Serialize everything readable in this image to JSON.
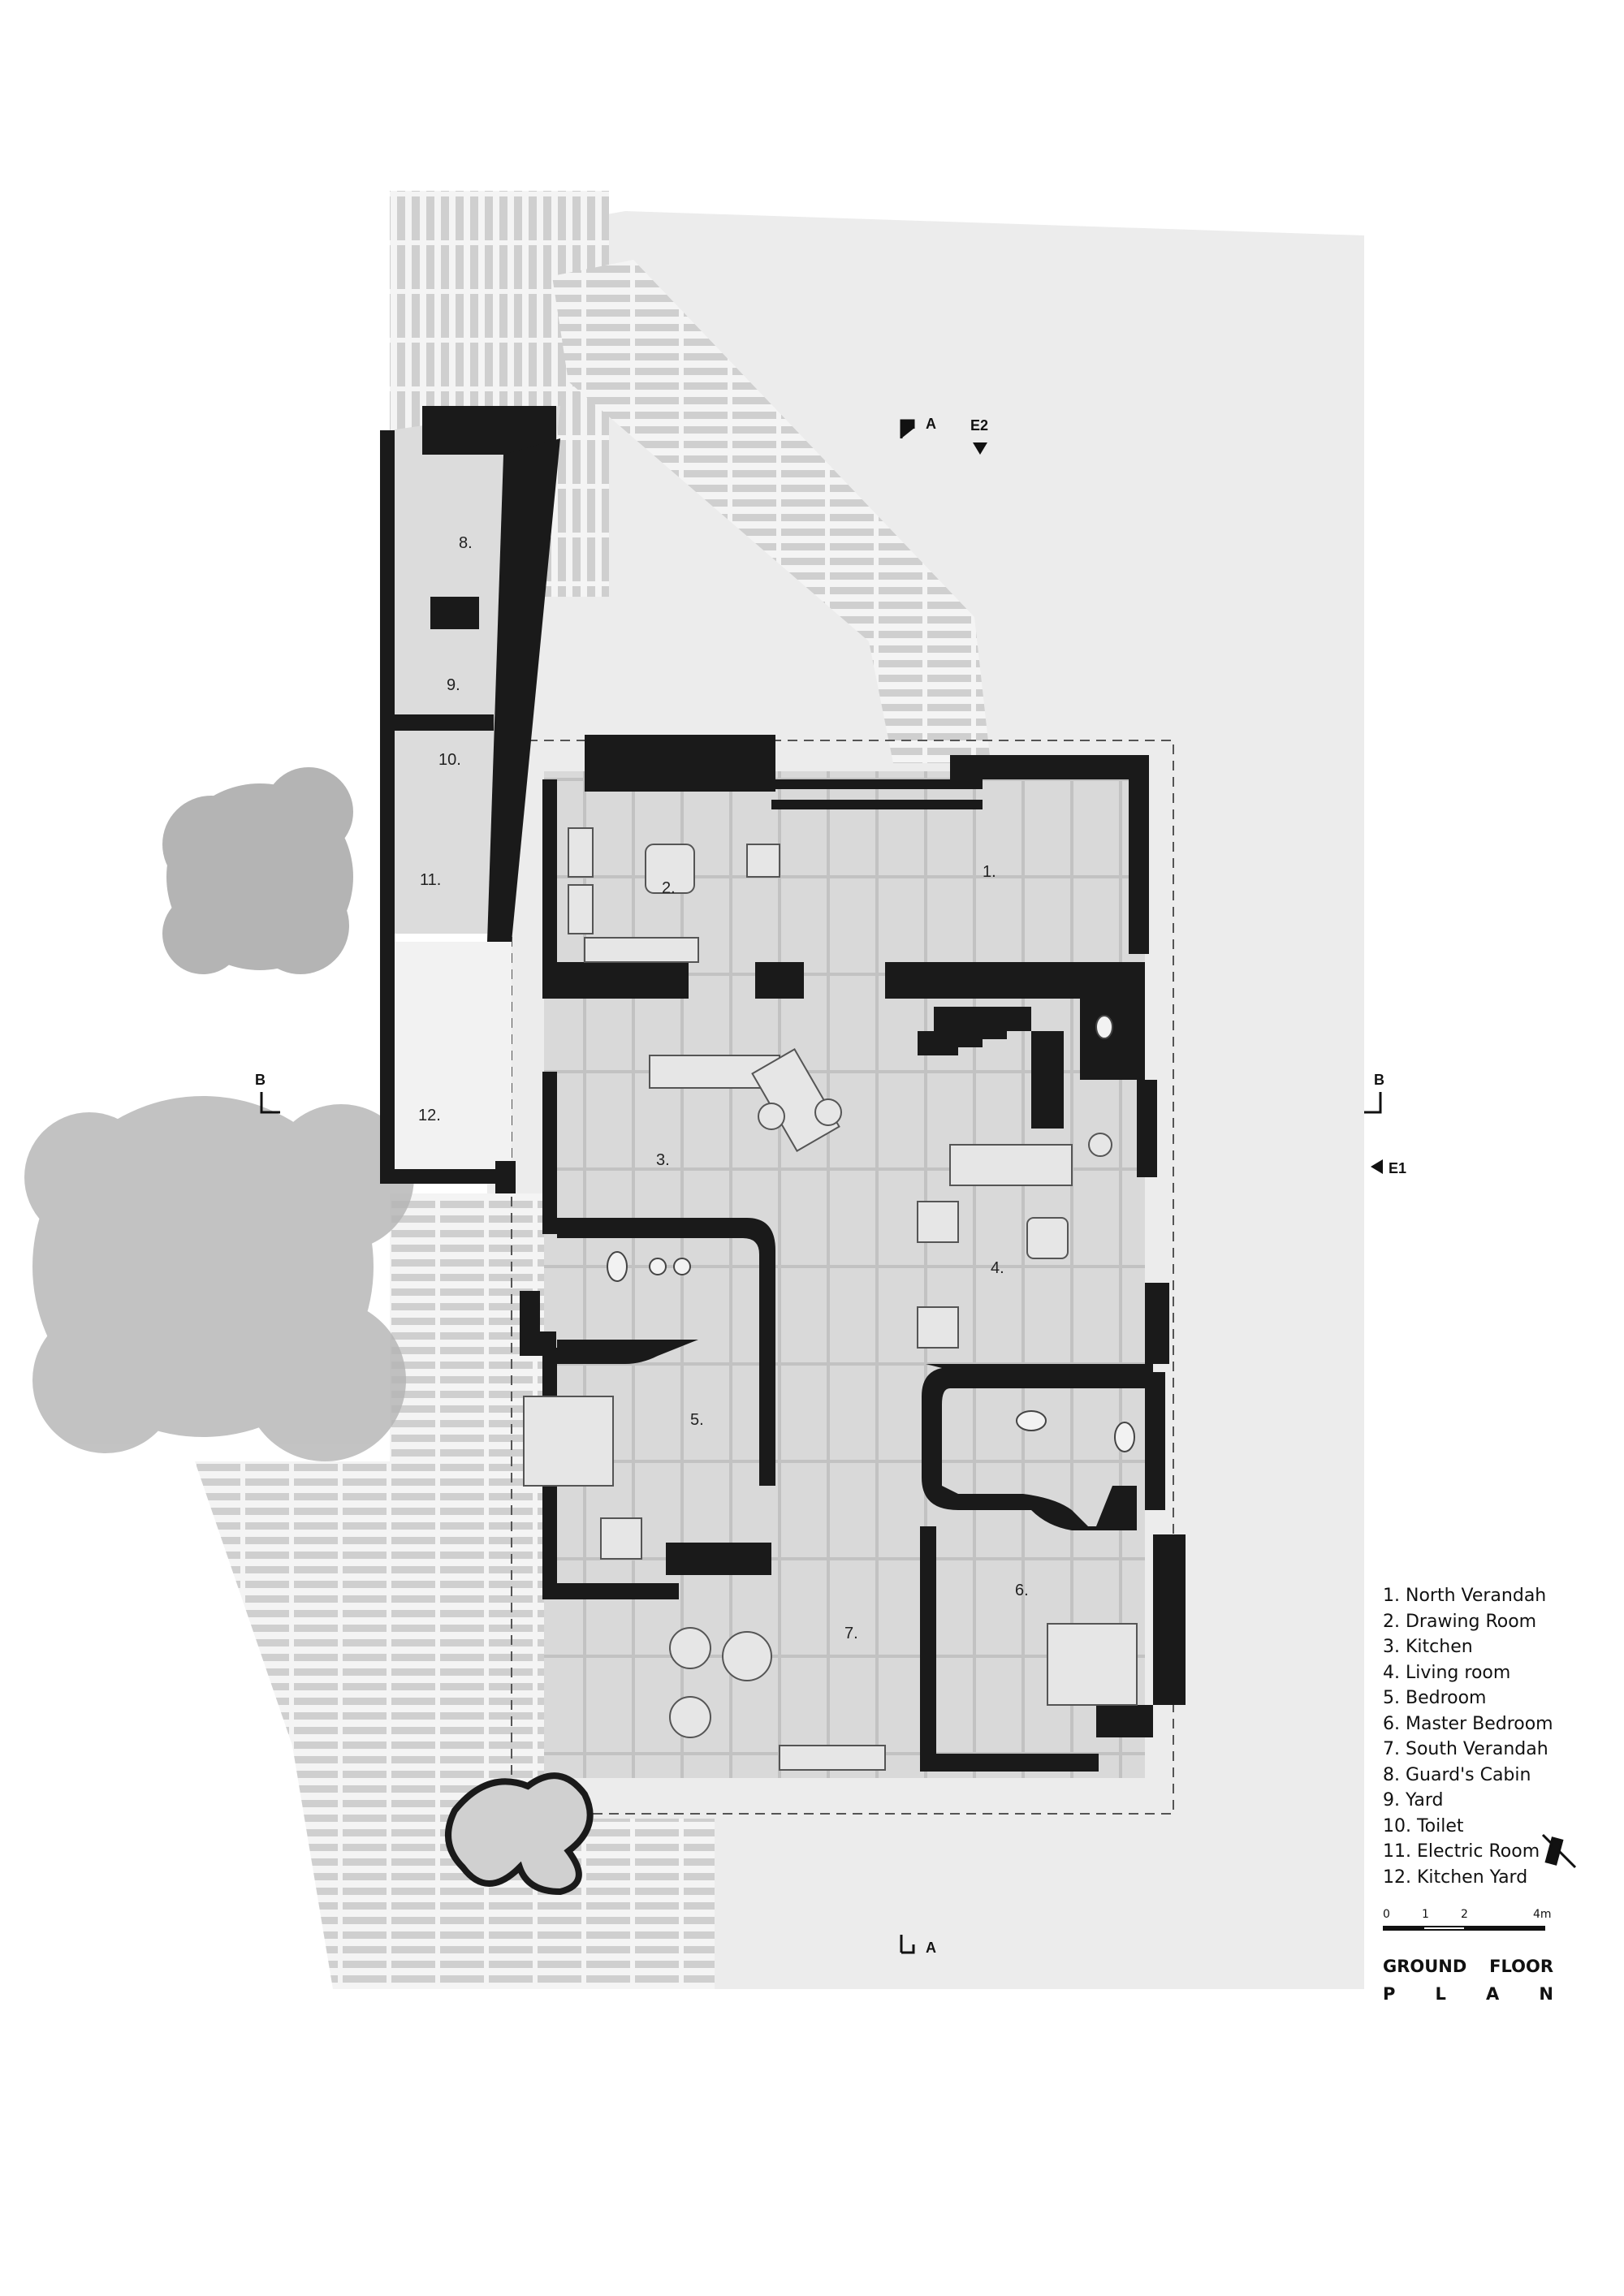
{
  "rooms": [
    {
      "id": "north-verandah",
      "tag": "1."
    },
    {
      "id": "drawing-room",
      "tag": "2."
    },
    {
      "id": "kitchen",
      "tag": "3."
    },
    {
      "id": "living-room",
      "tag": "4."
    },
    {
      "id": "bedroom",
      "tag": "5."
    },
    {
      "id": "master-bedroom",
      "tag": "6."
    },
    {
      "id": "south-verandah",
      "tag": "7."
    },
    {
      "id": "guards-cabin",
      "tag": "8."
    },
    {
      "id": "yard",
      "tag": "9."
    },
    {
      "id": "toilet",
      "tag": "10."
    },
    {
      "id": "electric-room",
      "tag": "11."
    },
    {
      "id": "kitchen-yard",
      "tag": "12."
    }
  ],
  "legend": [
    "1. North Verandah",
    "2. Drawing Room",
    "3. Kitchen",
    "4. Living room",
    "5. Bedroom",
    "6. Master Bedroom",
    "7. South Verandah",
    "8. Guard's Cabin",
    "9. Yard",
    "10. Toilet",
    "11. Electric Room",
    "12. Kitchen Yard"
  ],
  "section_marks": {
    "a_top": "A",
    "a_bottom": "A",
    "b_left": "B",
    "b_right": "B"
  },
  "elevation_marks": {
    "e1": "E1",
    "e2": "E2"
  },
  "scale": {
    "ticks": [
      "0",
      "1",
      "2",
      "4m"
    ]
  },
  "title": {
    "line1": [
      "GROUND",
      "FLOOR"
    ],
    "line2": [
      "P",
      "L",
      "A",
      "N"
    ]
  },
  "colors": {
    "wall": "#1a1a1a",
    "floor": "#d6d6d6",
    "ground": "#ececec",
    "paving": "#c9c9c9",
    "tree": "#a8a8a8"
  }
}
